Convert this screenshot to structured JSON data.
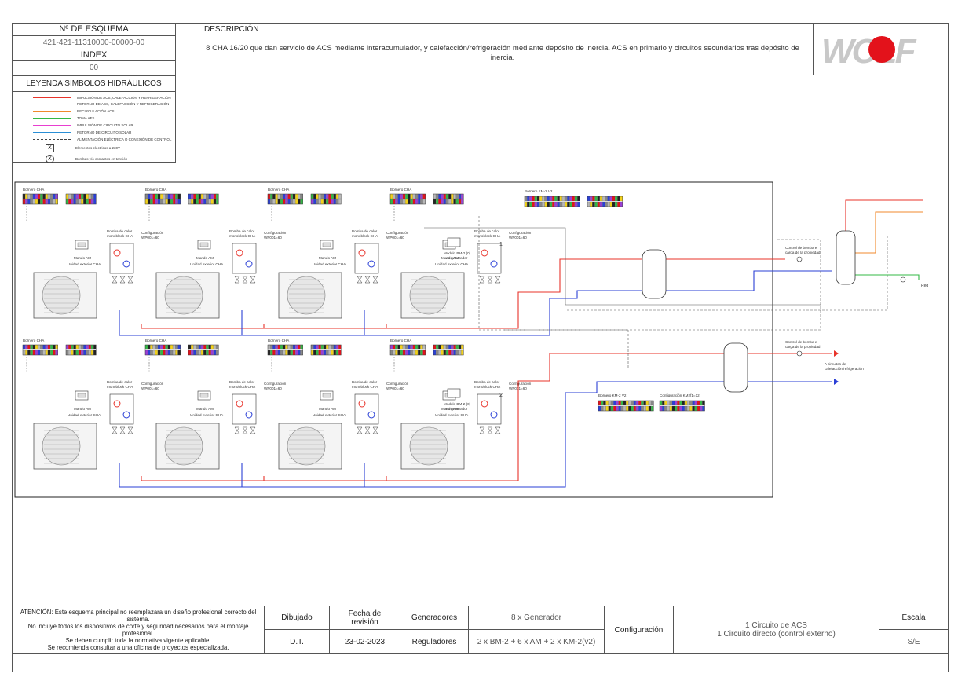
{
  "header": {
    "esquema_label": "Nº DE ESQUEMA",
    "esquema_value": "421-421-11310000-00000-00",
    "index_label": "INDEX",
    "index_value": "00",
    "desc_label": "DESCRIPCIÓN",
    "desc_text": "8 CHA 16/20 que dan servicio de ACS mediante interacumulador, y calefacción/refrigeración mediante depósito de inercia. ACS en primario y circuitos secundarios tras depósito de inercia.",
    "logo_text": "WOLF"
  },
  "legend": {
    "title": "LEYENDA SIMBOLOS HIDRÁULICOS",
    "items": [
      {
        "label": "IMPULSIÓN DE ACS, CALEFACCIÓN Y REFRIGERACIÓN",
        "color": "#e8332a",
        "style": "solid"
      },
      {
        "label": "RETORNO DE ACS, CALEFACCIÓN Y REFRIGERACIÓN",
        "color": "#2a3fd6",
        "style": "solid"
      },
      {
        "label": "RECIRCULACIÓN ACS",
        "color": "#f08a2c",
        "style": "solid"
      },
      {
        "label": "TOMA AFS",
        "color": "#33b845",
        "style": "solid"
      },
      {
        "label": "IMPULSIÓN DE CIRCUITO SOLAR",
        "color": "#e83fd0",
        "style": "solid"
      },
      {
        "label": "RETORNO DE CIRCUITO SOLAR",
        "color": "#2a8fd6",
        "style": "solid"
      },
      {
        "label": "ALIMENTACIÓN ELÉCTRICA O CONEXIÓN DE CONTROL",
        "color": "#444444",
        "style": "dashed"
      },
      {
        "label": "Elementos eléctricos a 230V",
        "symbol": "X-box"
      },
      {
        "label": "Bombas y/o contactos en tensión",
        "symbol": "X-circle"
      }
    ]
  },
  "diagram": {
    "bornero_cha": "Bornero CHA",
    "bornero_km2": "Bornero KM-2 V2",
    "bomba_label_1": "Bomba de calor",
    "bomba_label_2": "monoblock CHA",
    "config_label_1": "Configuración",
    "config_label_2": "WP001=60",
    "mando_label": "Mando AM",
    "unidad_label": "Unidad exterior CHA",
    "modulo_label_1": "Módulo BM-2 (0)",
    "modulo_label_2": "en generador",
    "config_km2": "Configuración KM2f1=12",
    "control_bomba_1": "Control de bomba e",
    "control_bomba_2": "carga de la propiedad",
    "circuitos_1": "A circuitos de",
    "circuitos_2": "calefacción/refrigeración",
    "red_label": "Red",
    "marker_1": "1",
    "marker_2": "2"
  },
  "footer": {
    "atencion": "ATENCIÓN: Este esquema principal no reemplazara un diseño profesional correcto del sistema.\nNo incluye todos los dispositivos de corte y seguridad necesarios para el montaje profesional.\nSe deben cumplir toda la normativa vigente aplicable.\nSe recomienda consultar a una oficina de proyectos especializada.",
    "dibujado_label": "Dibujado",
    "dibujado_value": "D.T.",
    "fecha_label": "Fecha de revisión",
    "fecha_value": "23-02-2023",
    "generadores_label": "Generadores",
    "generadores_value": "8 x Generador",
    "reguladores_label": "Reguladores",
    "reguladores_value": "2 x BM-2 + 6 x AM + 2 x KM-2(v2)",
    "configuracion_label": "Configuración",
    "configuracion_value": "1 Circuito de ACS\n1 Circuito directo (control externo)",
    "escala_label": "Escala",
    "escala_value": "S/E"
  },
  "colors": {
    "impulsion": "#e8332a",
    "retorno": "#2a3fd6",
    "recirculacion": "#f08a2c",
    "toma_afs": "#33b845",
    "logo_red": "#e3121b",
    "logo_grey": "#c8c8c8"
  }
}
